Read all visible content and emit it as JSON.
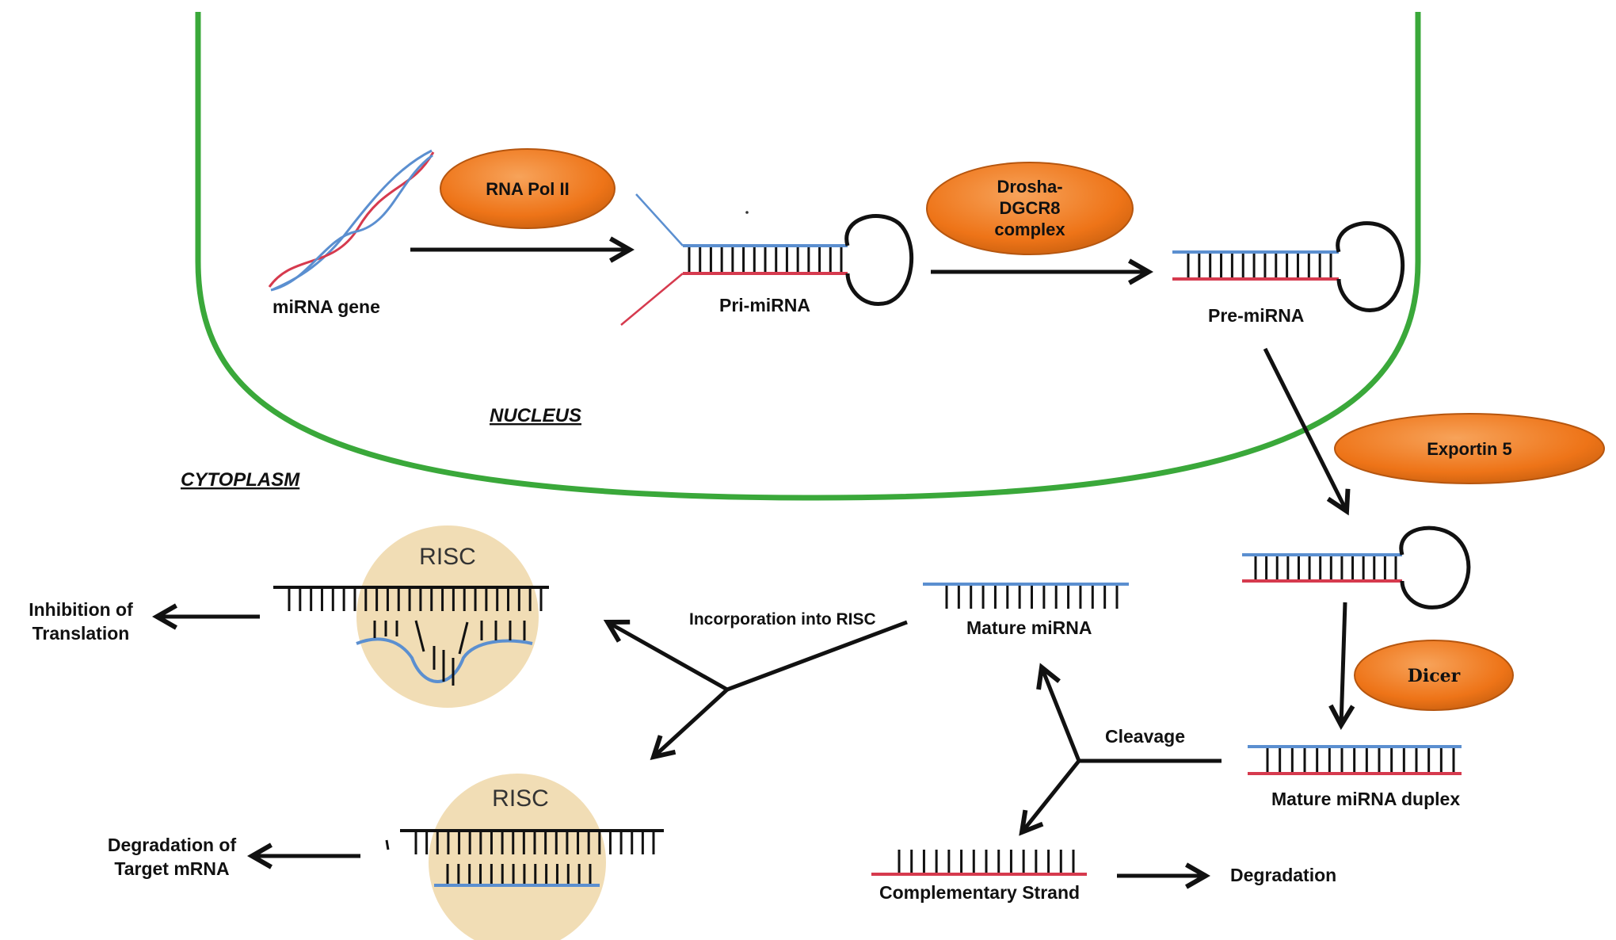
{
  "colors": {
    "nucleus_membrane": "#3aa83a",
    "enzyme": "#f07a1c",
    "enzyme_edge": "#b6560f",
    "strand_blue": "#5b8fd0",
    "strand_red": "#d63a4e",
    "risc_bg": "#f1ddb5",
    "arrow": "#111111"
  },
  "regions": {
    "nucleus": "NUCLEUS",
    "cytoplasm": "CYTOPLASM"
  },
  "enzymes": {
    "rna_pol": "RNA Pol II",
    "drosha_1": "Drosha-",
    "drosha_2": "DGCR8",
    "drosha_3": "complex",
    "exportin": "Exportin 5",
    "dicer": "Dicer"
  },
  "molecules": {
    "mirna_gene": "miRNA gene",
    "pri_mirna": "Pri-miRNA",
    "pre_mirna": "Pre-miRNA",
    "mature_mirna": "Mature miRNA",
    "mature_duplex": "Mature miRNA duplex",
    "complementary_strand": "Complementary Strand"
  },
  "steps": {
    "incorporation": "Incorporation into RISC",
    "cleavage": "Cleavage",
    "degradation": "Degradation"
  },
  "risc": {
    "label_top": "RISC",
    "label_bottom": "RISC"
  },
  "outcomes": {
    "inhibition_1": "Inhibition of",
    "inhibition_2": "Translation",
    "target_deg_1": "Degradation of",
    "target_deg_2": "Target mRNA"
  },
  "icons": [
    "dna-helix-icon",
    "hairpin-icon",
    "arrow-icon"
  ]
}
